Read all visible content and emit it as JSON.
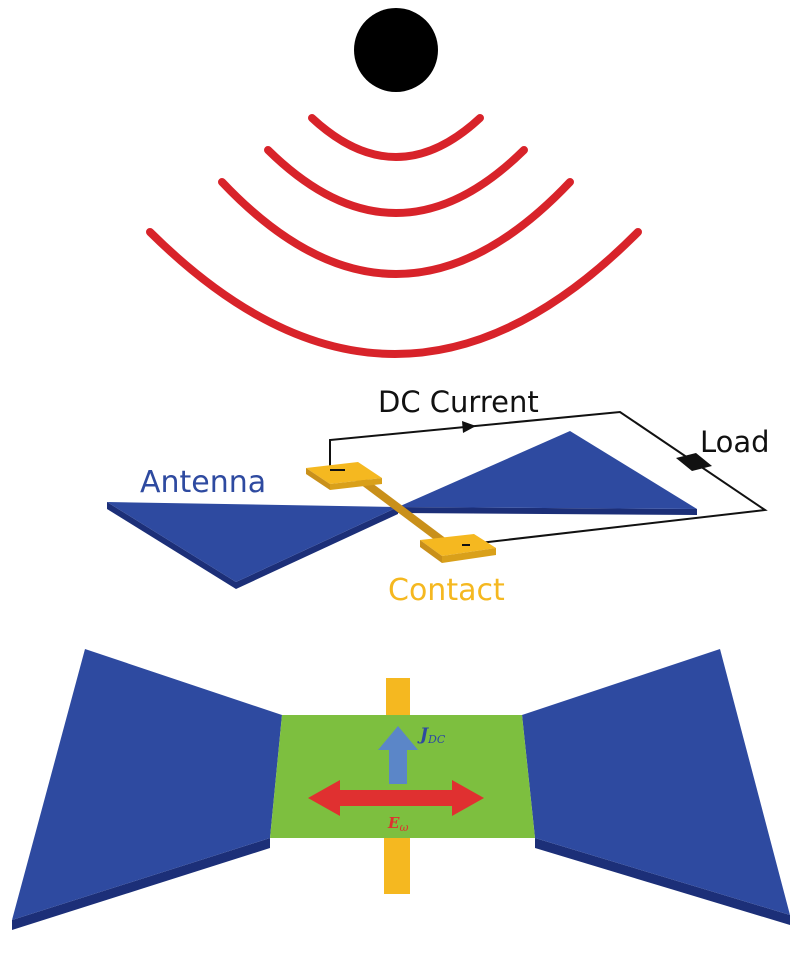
{
  "labels": {
    "dc_current": "DC Current",
    "load": "Load",
    "antenna": "Antenna",
    "contact": "Contact",
    "j_dc_main": "J",
    "j_dc_sub": "DC",
    "e_field_main": "E",
    "e_field_sub": "ω"
  },
  "colors": {
    "source": "#000000",
    "wave": "#d8232a",
    "antenna": "#2e4aa0",
    "antenna_edge": "#1c2f78",
    "contact": "#f5b820",
    "channel": "#7dbf3f",
    "current_arrow": "#5b86c8",
    "field_arrow": "#e03030",
    "antenna_label": "#2e4aa0",
    "contact_label": "#f5b820",
    "dc_label": "#111111"
  }
}
